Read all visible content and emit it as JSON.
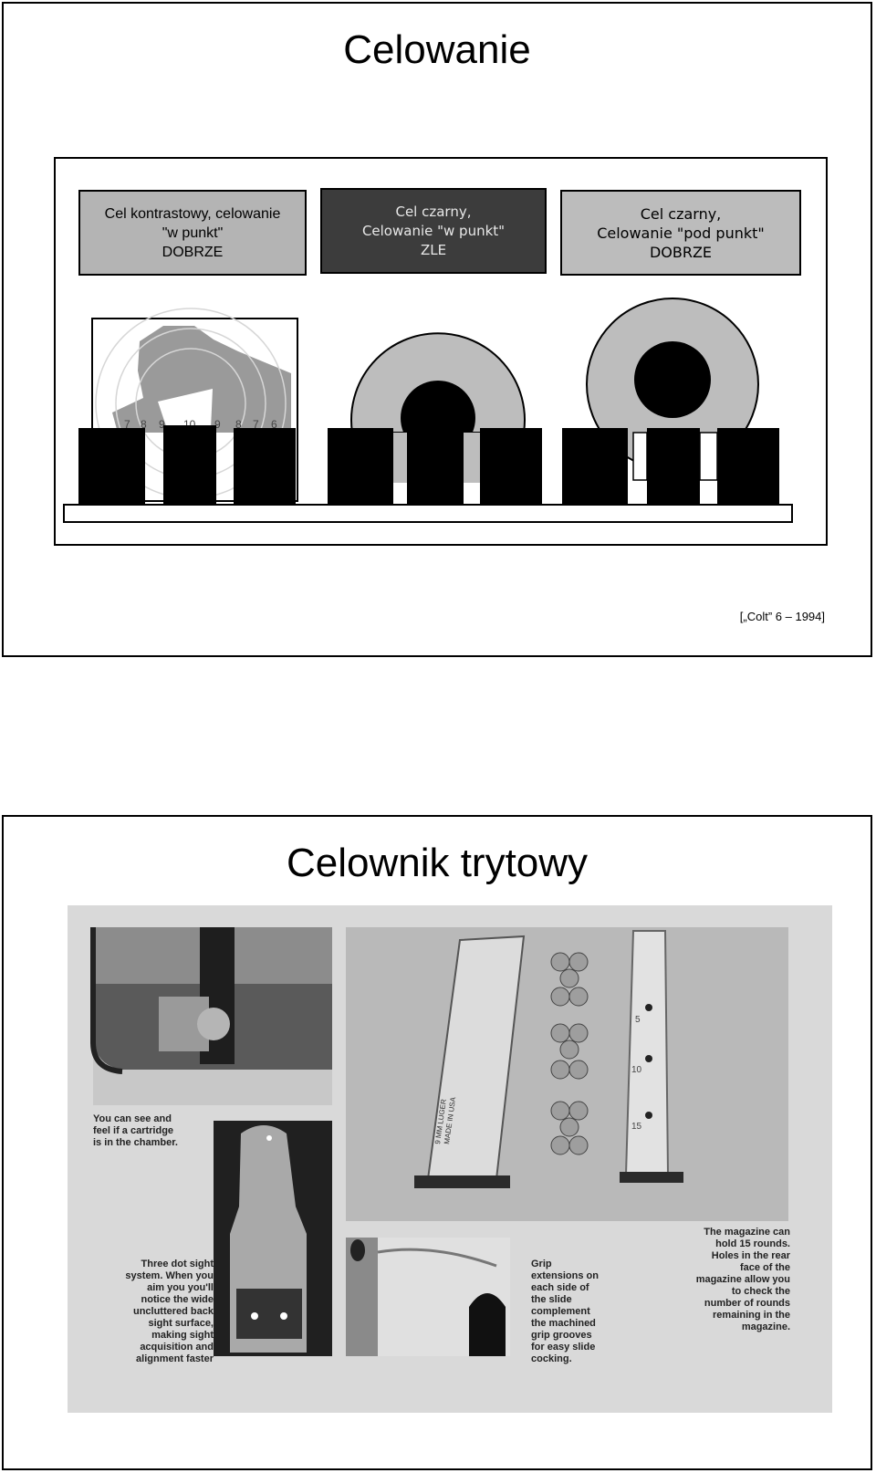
{
  "slide1": {
    "title": "Celowanie",
    "captions": [
      {
        "lines": [
          "Cel kontrastowy, celowanie",
          "\"w punkt\"",
          "DOBRZE"
        ]
      },
      {
        "lines": [
          "Cel czarny,",
          "Celowanie \"w punkt\"",
          "ZLE"
        ]
      },
      {
        "lines": [
          "Cel czarny,",
          "Celowanie \"pod punkt\"",
          "DOBRZE"
        ]
      }
    ],
    "target_rings": [
      "7",
      "8",
      "9",
      "10",
      "9",
      "8",
      "7",
      "6"
    ],
    "source": "[„Colt” 6 – 1994]",
    "colors": {
      "light_gray": "#b4b4b4",
      "dark_gray": "#3c3c3c",
      "black": "#000000"
    }
  },
  "slide2": {
    "title": "Celownik trytowy",
    "photo_texts": {
      "chamber": [
        "You can see and",
        "feel if a cartridge",
        "is in the chamber."
      ],
      "sight": [
        "Three dot sight",
        "system. When you",
        "aim you you'll",
        "notice the wide",
        "uncluttered back",
        "sight surface,",
        "making sight",
        "acquisition and",
        "alignment faster"
      ],
      "grip": [
        "Grip",
        "extensions on",
        "each side of",
        "the slide",
        "complement",
        "the machined",
        "grip grooves",
        "for easy slide",
        "cocking."
      ],
      "magazine": [
        "The magazine can",
        "hold 15 rounds.",
        "Holes in the rear",
        "face of the",
        "magazine allow you",
        "to check the",
        "number of rounds",
        "remaining in the",
        "magazine."
      ]
    },
    "magazine_marks": [
      "5",
      "10",
      "15"
    ],
    "magazine_stamp": [
      "9 MM LUGER",
      "MADE IN USA"
    ]
  }
}
